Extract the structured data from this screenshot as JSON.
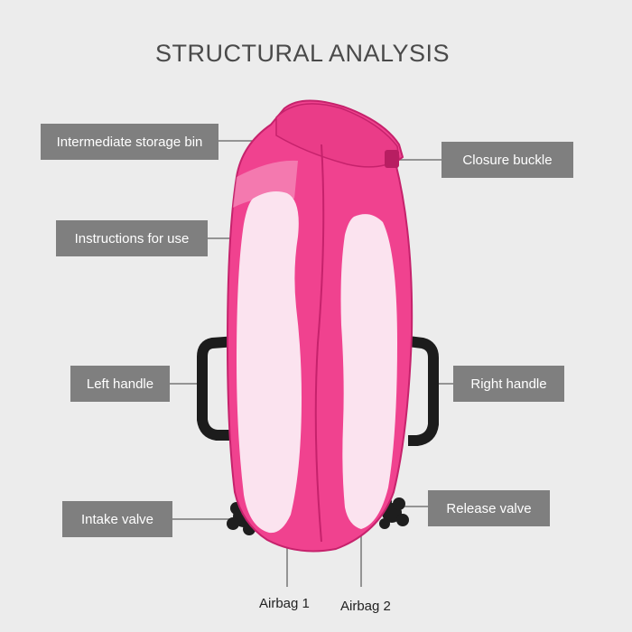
{
  "title": "STRUCTURAL ANALYSIS",
  "colors": {
    "bag": "#f0428f",
    "bag_dark": "#c6226c",
    "airbag_fill": "#fbe3ef",
    "handle": "#1c1c1c",
    "label_bg": "#7f7f7f",
    "leader_line": "#777777"
  },
  "labels": {
    "intermediate_storage_bin": "Intermediate storage bin",
    "instructions_for_use": "Instructions for use",
    "left_handle": "Left handle",
    "intake_valve": "Intake valve",
    "closure_buckle": "Closure buckle",
    "right_handle": "Right handle",
    "release_valve": "Release valve",
    "airbag_1": "Airbag 1",
    "airbag_2": "Airbag 2"
  }
}
